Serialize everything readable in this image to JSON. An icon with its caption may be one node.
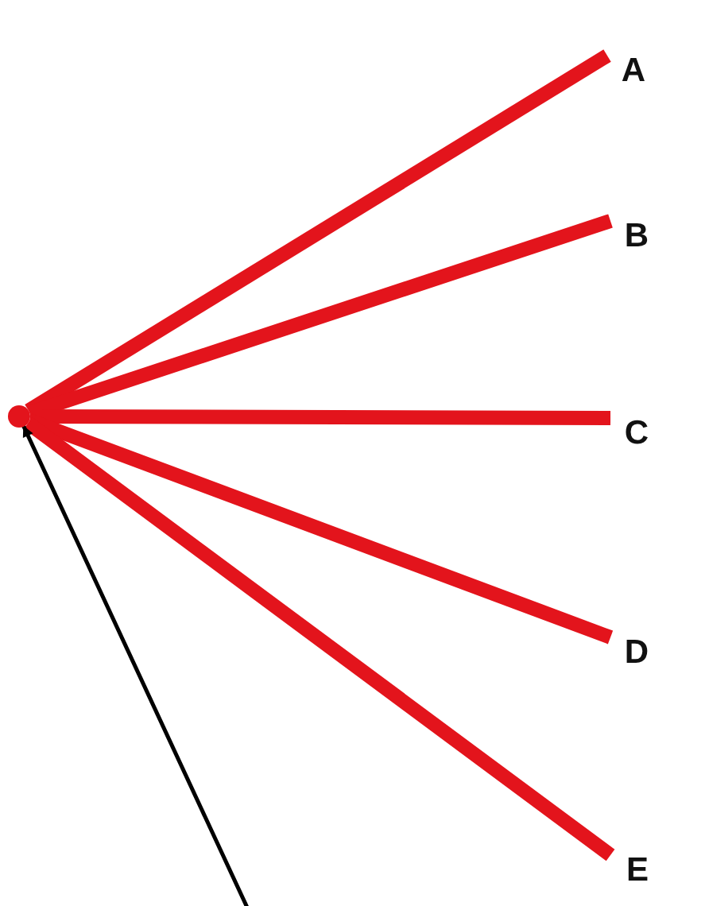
{
  "diagram": {
    "nodes": [
      {
        "text": [],
        "shape": "point"
      },
      {
        "text": [
          "A"
        ]
      },
      {
        "text": [
          "B"
        ]
      },
      {
        "text": [
          "C"
        ]
      },
      {
        "text": [
          "D"
        ]
      },
      {
        "text": [
          "E"
        ]
      }
    ],
    "edges": [
      {
        "from": 0,
        "to": 1,
        "arrow": "none"
      },
      {
        "from": 0,
        "to": 2,
        "arrow": "none"
      },
      {
        "from": 0,
        "to": 3,
        "arrow": "none"
      },
      {
        "from": 0,
        "to": 4,
        "arrow": "none"
      },
      {
        "from": 0,
        "to": 5,
        "arrow": "none"
      },
      {
        "from": null,
        "to": 0,
        "arrow": "to",
        "color": "#000000"
      }
    ]
  }
}
